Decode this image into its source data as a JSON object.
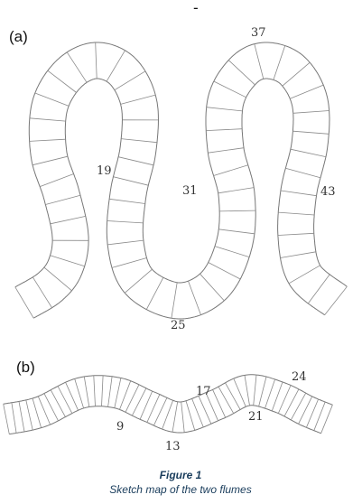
{
  "top_mark": "-",
  "panel_a": {
    "label": "(a)",
    "section_labels": [
      "37",
      "19",
      "31",
      "43",
      "25"
    ]
  },
  "panel_b": {
    "label": "(b)",
    "section_labels": [
      "24",
      "17",
      "21",
      "9",
      "13"
    ]
  },
  "caption": {
    "title": "Figure 1",
    "subtitle": "Sketch map of the two flumes"
  }
}
